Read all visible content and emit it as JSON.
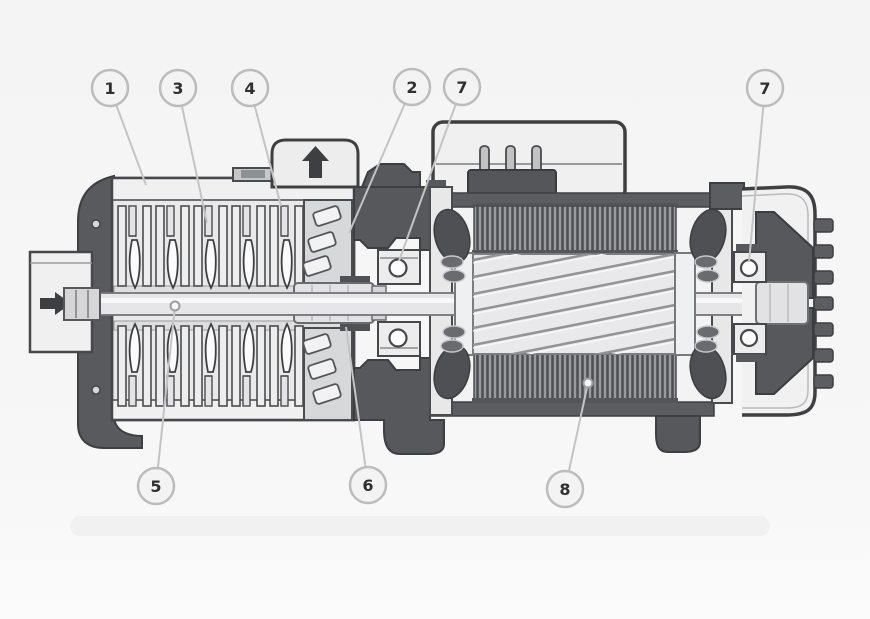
{
  "palette": {
    "background": "#f6f6f6",
    "dark_gray": "#58595c",
    "mid_gray": "#a9aaac",
    "light_gray": "#ebebec",
    "outline": "#3e3f41",
    "leader_line": "#c4c4c5",
    "callout_fill": "#f3f3f3",
    "callout_border": "#bcbcbe",
    "callout_text": "#2e2f31"
  },
  "icons": {
    "suction_flow": "right-arrow-icon",
    "discharge_flow": "up-arrow-icon"
  },
  "callouts": [
    {
      "label": "1"
    },
    {
      "label": "3"
    },
    {
      "label": "4"
    },
    {
      "label": "2"
    },
    {
      "label": "7"
    },
    {
      "label": "7"
    },
    {
      "label": "5"
    },
    {
      "label": "6"
    },
    {
      "label": "8"
    }
  ]
}
